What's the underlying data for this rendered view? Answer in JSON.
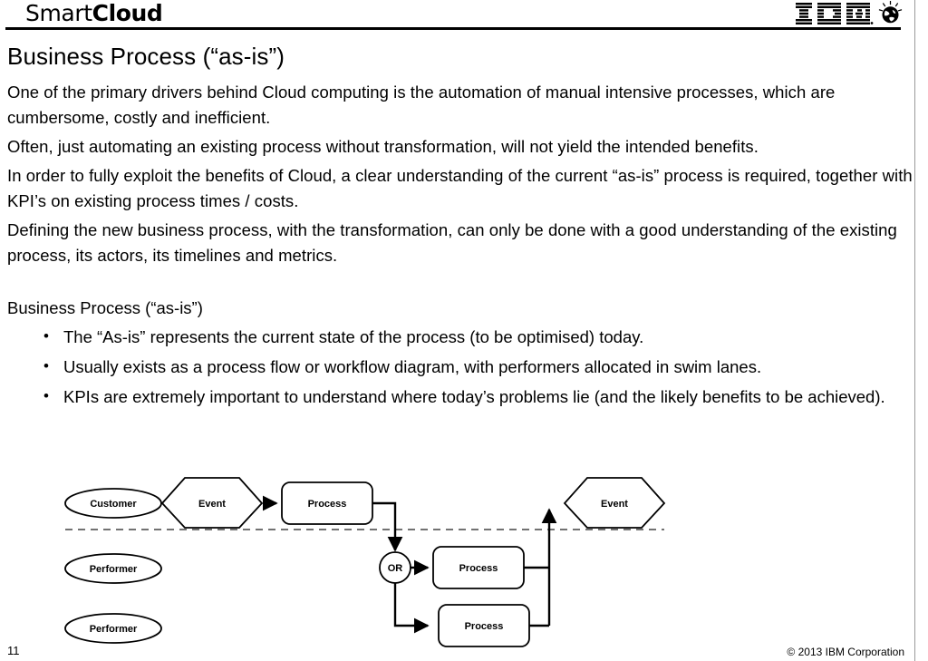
{
  "header": {
    "brand_prefix": "Smart",
    "brand_suffix": "Cloud",
    "logo_text": "IBM",
    "planet_icon": "smarter-planet-globe-icon"
  },
  "title": "Business Process (“as-is”)",
  "paragraphs": [
    "One of the primary drivers behind Cloud computing is the automation of manual intensive processes, which are cumbersome, costly and inefficient.",
    "Often, just automating an existing process without transformation, will not yield the intended benefits.",
    "In order to fully exploit the benefits of Cloud, a clear understanding of the current “as-is” process is required, together with KPI’s on existing process times / costs.",
    "Defining the new business process, with the transformation, can only be done with a good understanding of the existing process, its actors, its timelines and metrics."
  ],
  "section_label": "Business Process (“as-is”)",
  "bullets": [
    "The “As-is” represents the current state of the process (to be optimised) today.",
    "Usually exists as a process flow or workflow diagram, with performers allocated in swim lanes.",
    "KPIs are extremely important to understand where today’s problems lie (and the likely benefits to be achieved)."
  ],
  "diagram": {
    "nodes": {
      "customer": "Customer",
      "event_start": "Event",
      "process_top": "Process",
      "or_gate": "OR",
      "process_mid": "Process",
      "process_bottom": "Process",
      "event_end": "Event",
      "performer_1": "Performer",
      "performer_2": "Performer"
    }
  },
  "footer": {
    "page_number": "11",
    "copyright": "© 2013 IBM Corporation"
  },
  "colors": {
    "ink": "#000000",
    "paper": "#ffffff",
    "edge_rule": "#9a9a9a"
  }
}
